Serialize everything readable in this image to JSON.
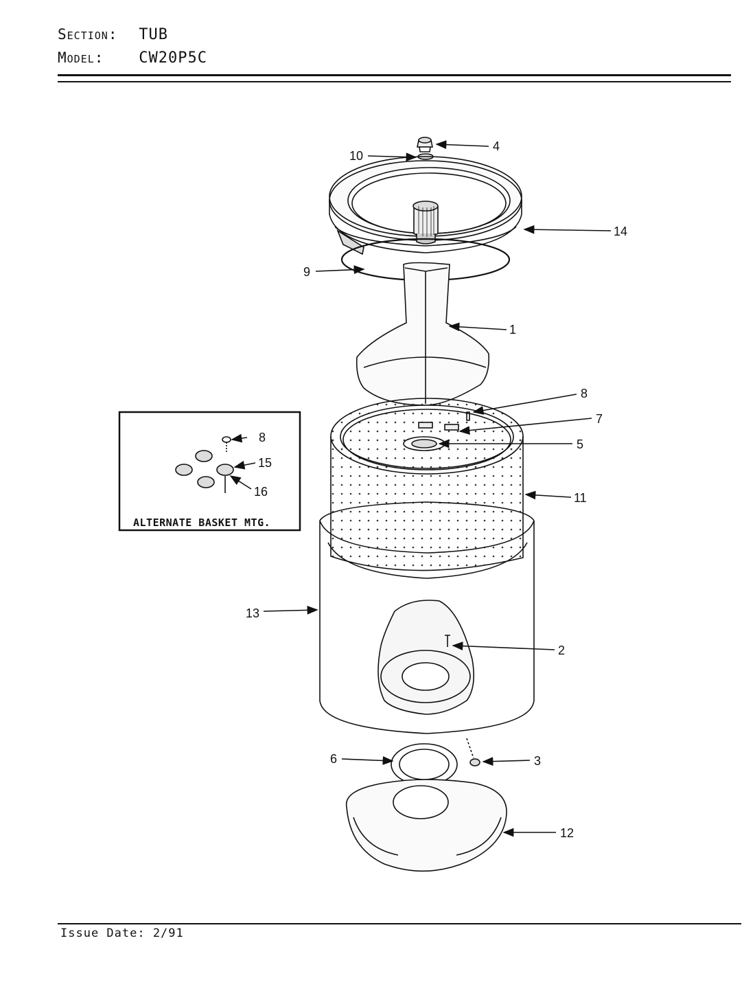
{
  "header": {
    "section_label": "Section:",
    "section_value": "TUB",
    "model_label": "Model:",
    "model_value": "CW20P5C"
  },
  "footer": {
    "issue_date": "Issue Date: 2/91"
  },
  "inset": {
    "caption": "ALTERNATE BASKET MTG."
  },
  "callouts": {
    "c1": "1",
    "c2": "2",
    "c3": "3",
    "c4": "4",
    "c5": "5",
    "c6": "6",
    "c7": "7",
    "c8": "8",
    "c8b": "8",
    "c9": "9",
    "c10": "10",
    "c11": "11",
    "c12": "12",
    "c13": "13",
    "c14": "14",
    "c15": "15",
    "c16": "16"
  }
}
